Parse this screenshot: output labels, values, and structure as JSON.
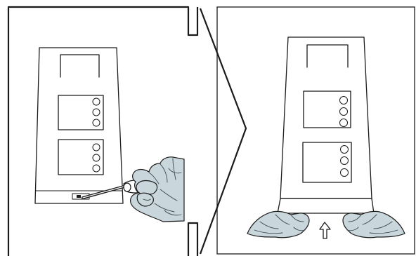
{
  "figure": {
    "steps": 2,
    "colors": {
      "line": "#1a1a1a",
      "glove": "#c9d7dc",
      "background": "#ffffff"
    },
    "icons": [
      "screwdriver-icon",
      "up-arrow-icon",
      "gloved-hand-icon"
    ],
    "left_panel": {
      "screen": 1,
      "button_groups": [
        {
          "buttons": 3
        },
        {
          "buttons": 3
        }
      ]
    },
    "right_panel": {
      "screen": 1,
      "button_groups": [
        {
          "buttons": 3
        },
        {
          "buttons": 3
        }
      ]
    }
  }
}
